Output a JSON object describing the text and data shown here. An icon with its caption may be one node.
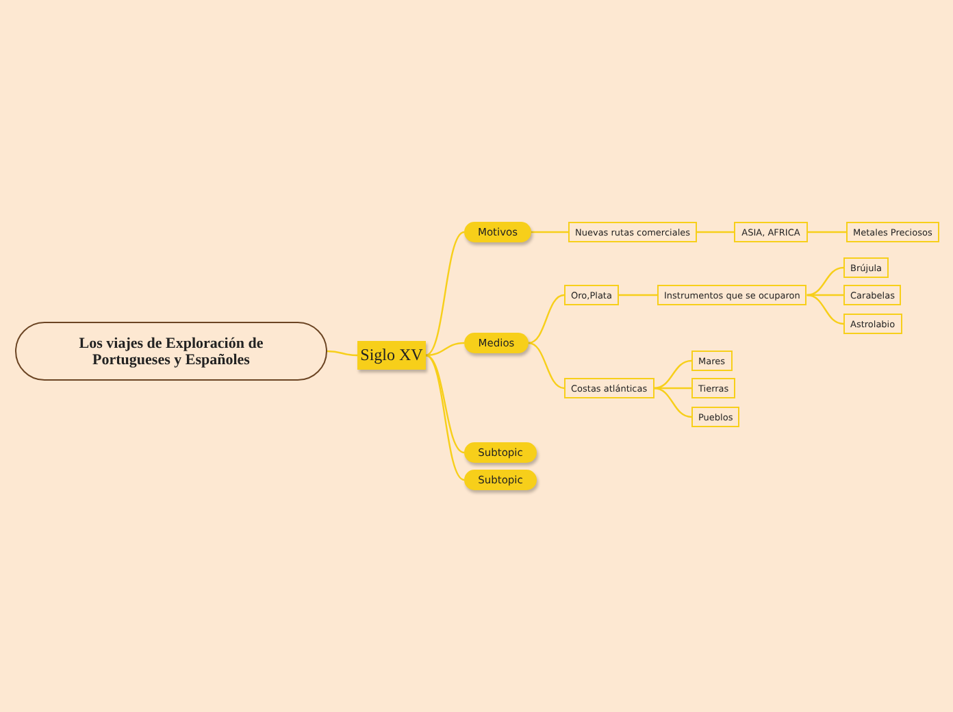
{
  "diagram": {
    "nodes": [
      {
        "text": [
          "Los viajes de Exploración de Portugueses y Españoles"
        ]
      },
      {
        "text": [
          "Siglo XV"
        ]
      },
      {
        "text": [
          "Motivos"
        ]
      },
      {
        "text": [
          "Medios"
        ]
      },
      {
        "text": [
          "Subtopic"
        ]
      },
      {
        "text": [
          "Subtopic"
        ]
      },
      {
        "text": [
          "Nuevas rutas comerciales"
        ]
      },
      {
        "text": [
          "ASIA, AFRICA"
        ]
      },
      {
        "text": [
          "Metales Preciosos"
        ]
      },
      {
        "text": [
          "Oro,Plata"
        ]
      },
      {
        "text": [
          "Instrumentos que se ocuparon"
        ]
      },
      {
        "text": [
          "Brújula"
        ]
      },
      {
        "text": [
          "Carabelas"
        ]
      },
      {
        "text": [
          "Astrolabio"
        ]
      },
      {
        "text": [
          "Costas atlánticas"
        ]
      },
      {
        "text": [
          "Mares"
        ]
      },
      {
        "text": [
          "Tierras"
        ]
      },
      {
        "text": [
          "Pueblos"
        ]
      }
    ],
    "edges": [
      {
        "from": 0,
        "to": 1,
        "arrow": "none"
      },
      {
        "from": 1,
        "to": 2,
        "arrow": "none"
      },
      {
        "from": 1,
        "to": 3,
        "arrow": "none"
      },
      {
        "from": 1,
        "to": 4,
        "arrow": "none"
      },
      {
        "from": 1,
        "to": 5,
        "arrow": "none"
      },
      {
        "from": 2,
        "to": 6,
        "arrow": "none"
      },
      {
        "from": 6,
        "to": 7,
        "arrow": "none"
      },
      {
        "from": 7,
        "to": 8,
        "arrow": "none"
      },
      {
        "from": 3,
        "to": 9,
        "arrow": "none"
      },
      {
        "from": 9,
        "to": 10,
        "arrow": "none"
      },
      {
        "from": 10,
        "to": 11,
        "arrow": "none"
      },
      {
        "from": 10,
        "to": 12,
        "arrow": "none"
      },
      {
        "from": 10,
        "to": 13,
        "arrow": "none"
      },
      {
        "from": 3,
        "to": 14,
        "arrow": "none"
      },
      {
        "from": 14,
        "to": 15,
        "arrow": "none"
      },
      {
        "from": 14,
        "to": 16,
        "arrow": "none"
      },
      {
        "from": 14,
        "to": 17,
        "arrow": "none"
      }
    ]
  }
}
